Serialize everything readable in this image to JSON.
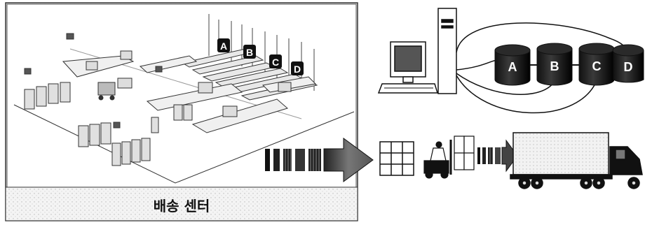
{
  "caption": "배송 센터",
  "center_labels": [
    "A",
    "B",
    "C",
    "D"
  ],
  "database_labels": [
    "A",
    "B",
    "C",
    "D"
  ]
}
